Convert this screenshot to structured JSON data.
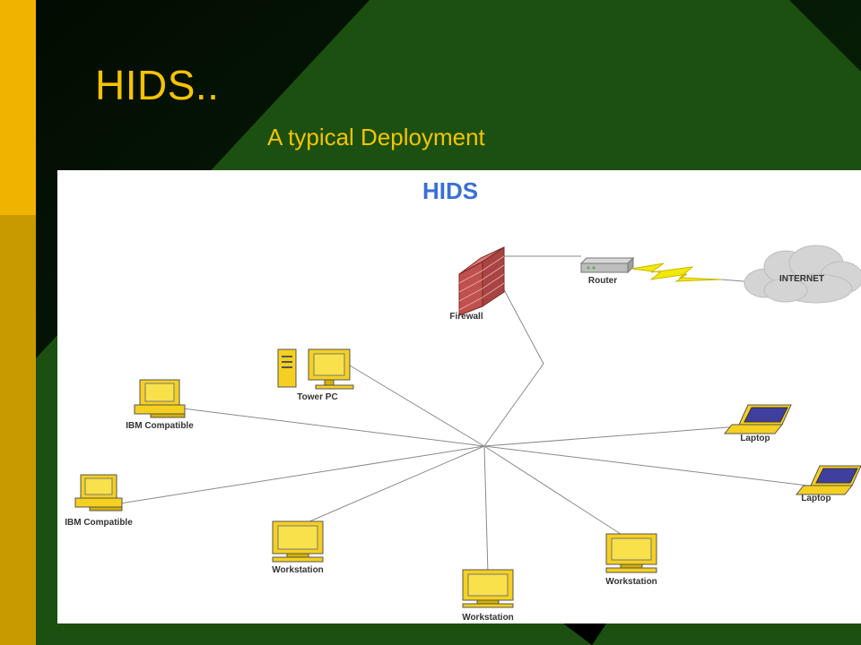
{
  "slide": {
    "title": "HIDS..",
    "subtitle": "A typical Deployment"
  },
  "diagram": {
    "heading": "HIDS",
    "labels": {
      "firewall": "Firewall",
      "router": "Router",
      "internet": "INTERNET",
      "tower_pc": "Tower PC",
      "ibm_1": "IBM Compatible",
      "ibm_2": "IBM Compatible",
      "laptop_1": "Laptop",
      "laptop_2": "Laptop",
      "workstation_1": "Workstation",
      "workstation_2": "Workstation",
      "workstation_3": "Workstation"
    }
  },
  "colors": {
    "background_dark": "#041804",
    "background_green": "#1b5011",
    "accent_gold": "#f0b400",
    "title_text": "#f5c300",
    "heading_blue": "#3b6fd6",
    "device_yellow": "#f5d020",
    "firewall_brick": "#c0504d",
    "laptop_screen": "#3f3fa0",
    "link_line": "#8a8a8a"
  },
  "icons": [
    "firewall-icon",
    "router-icon",
    "lightning-icon",
    "cloud-icon",
    "tower-pc-icon",
    "desktop-computer-icon",
    "laptop-icon",
    "workstation-icon"
  ]
}
